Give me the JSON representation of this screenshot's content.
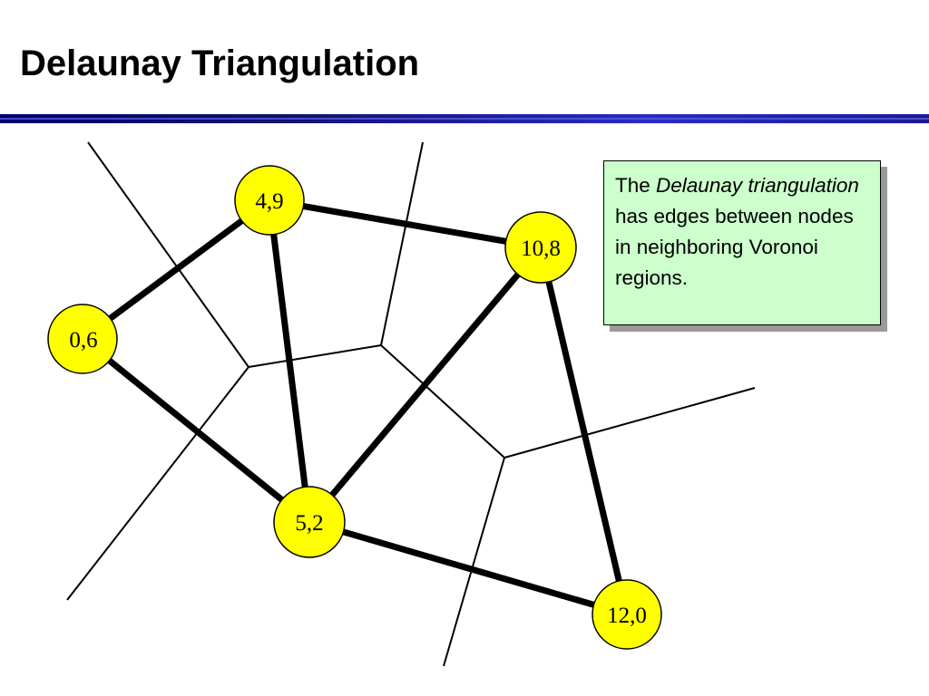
{
  "slide": {
    "title": "Delaunay Triangulation"
  },
  "callout": {
    "prefix": "The ",
    "term": "Delaunay triangulation",
    "suffix": " has edges between nodes in neighboring Voronoi regions."
  },
  "diagram": {
    "nodes": [
      {
        "id": "n49",
        "label": "4,9"
      },
      {
        "id": "n108",
        "label": "10,8"
      },
      {
        "id": "n06",
        "label": "0,6"
      },
      {
        "id": "n52",
        "label": "5,2"
      },
      {
        "id": "n120",
        "label": "12,0"
      }
    ],
    "edges": [
      {
        "from": "n06",
        "to": "n49"
      },
      {
        "from": "n49",
        "to": "n108"
      },
      {
        "from": "n49",
        "to": "n52"
      },
      {
        "from": "n06",
        "to": "n52"
      },
      {
        "from": "n108",
        "to": "n52"
      },
      {
        "from": "n108",
        "to": "n120"
      },
      {
        "from": "n52",
        "to": "n120"
      }
    ],
    "colors": {
      "node_fill": "#ffff00",
      "node_stroke": "#000000",
      "delaunay_edge": "#000000",
      "voronoi_edge": "#000000",
      "callout_fill": "#ccffcc",
      "title_rule": "#1a1a96"
    }
  }
}
